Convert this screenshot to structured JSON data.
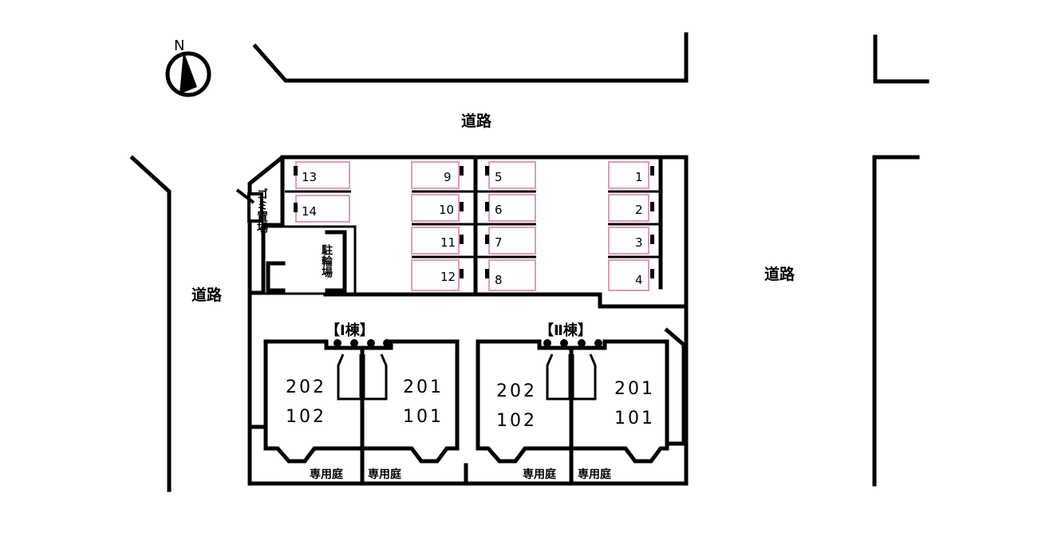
{
  "compass": {
    "label": "N"
  },
  "roads": {
    "north": "道路",
    "west": "道路",
    "east": "道路"
  },
  "facilities": {
    "garbage": "ゴミ置場",
    "bike": "駐輪場"
  },
  "buildings": [
    {
      "label": "【Ⅰ棟】",
      "units_left": [
        "202",
        "102"
      ],
      "units_right": [
        "201",
        "101"
      ],
      "gardens": [
        "専用庭",
        "専用庭"
      ]
    },
    {
      "label": "【Ⅱ棟】",
      "units_left": [
        "202",
        "102"
      ],
      "units_right": [
        "201",
        "101"
      ],
      "gardens": [
        "専用庭",
        "専用庭"
      ]
    }
  ],
  "parking": {
    "slots": [
      "13",
      "14",
      "9",
      "10",
      "11",
      "12",
      "5",
      "6",
      "7",
      "8",
      "1",
      "2",
      "3",
      "4"
    ]
  },
  "colors": {
    "line": "#000000",
    "slot_border": "#e39bb6"
  }
}
